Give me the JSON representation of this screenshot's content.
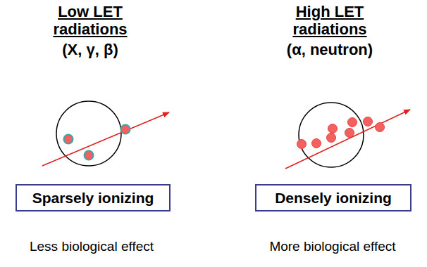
{
  "diagram": {
    "nodes": [
      {
        "text": [
          "Sparsely ionizing"
        ]
      },
      {
        "text": [
          "Densely ionizing"
        ]
      }
    ],
    "labels": [
      "Low LET radiations",
      "(X, γ, β)",
      "High LET radiations",
      "(α, neutron)",
      "Less biological effect",
      "More biological effect"
    ]
  }
}
